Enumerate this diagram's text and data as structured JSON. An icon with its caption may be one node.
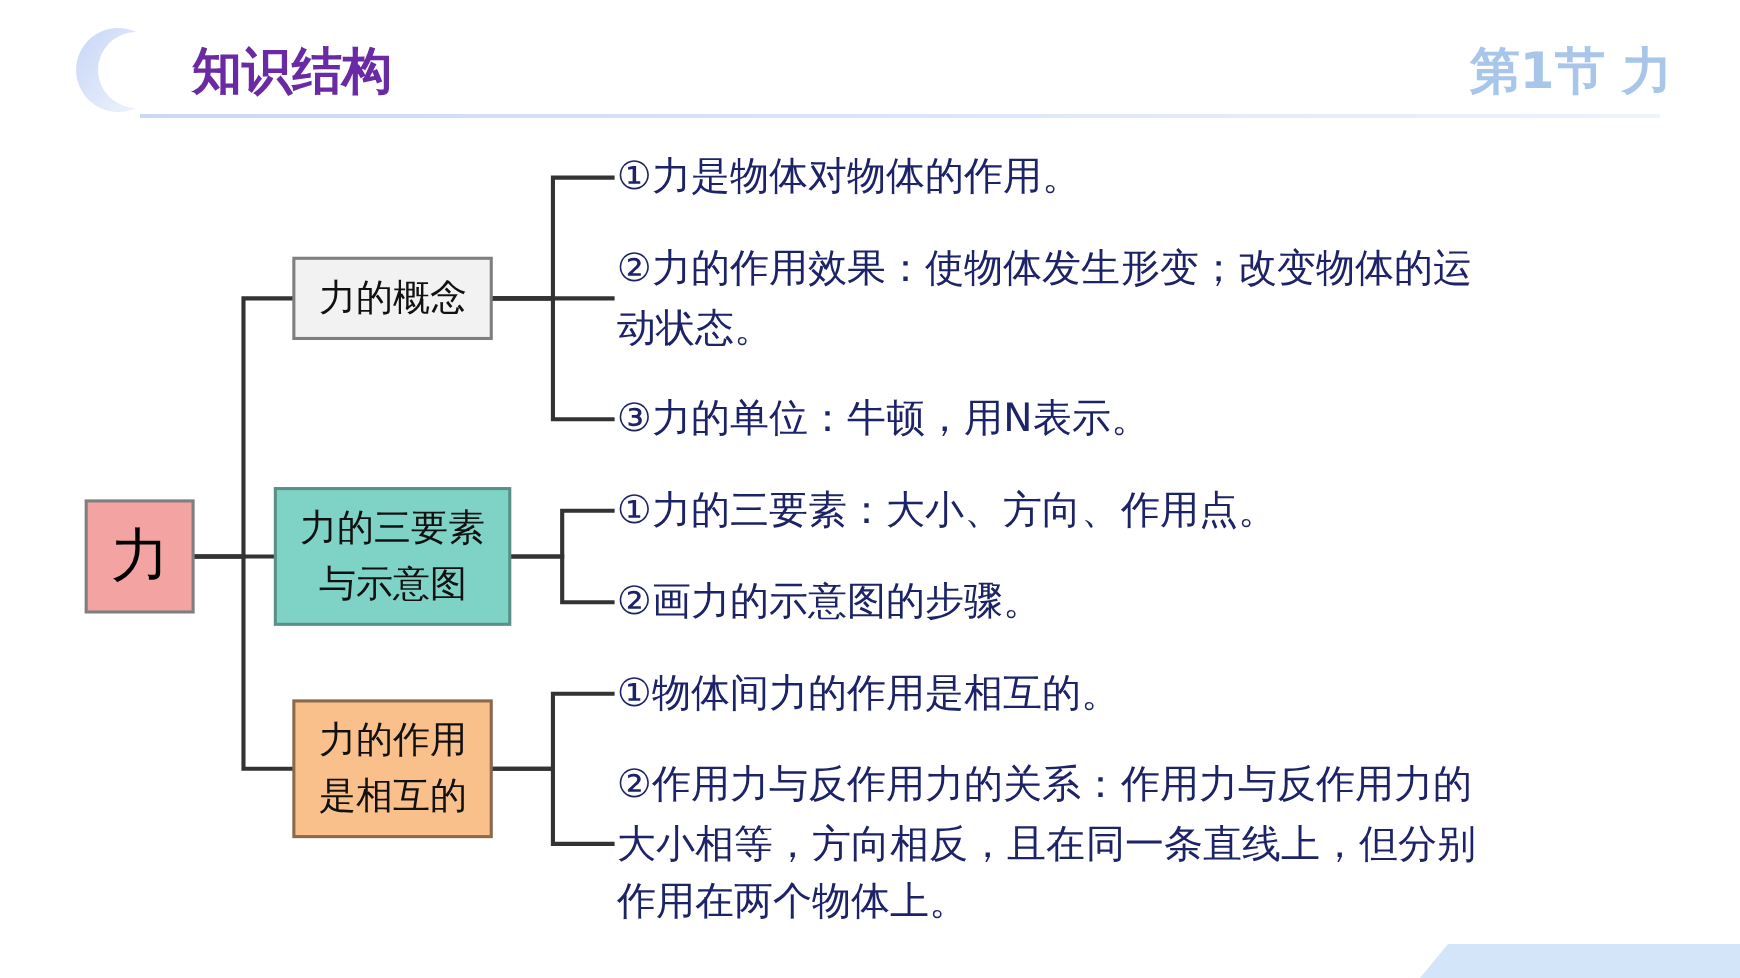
{
  "diagram": {
    "title": "知识结构",
    "nodes": [
      {
        "text": [
          "力"
        ]
      },
      {
        "text": [
          "力的概念"
        ]
      },
      {
        "text": [
          "①力是物体对物体的作用。"
        ]
      },
      {
        "text": [
          "②力的作用效果：使物体发生形变；改变物体的运动状态。"
        ]
      },
      {
        "text": [
          "③力的单位：牛顿，用N表示。"
        ]
      },
      {
        "text": [
          "力的三要素与示意图"
        ]
      },
      {
        "text": [
          "①力的三要素：大小、方向、作用点。"
        ]
      },
      {
        "text": [
          "②画力的示意图的步骤。"
        ]
      },
      {
        "text": [
          "力的作用是相互的"
        ]
      },
      {
        "text": [
          "①物体间力的作用是相互的。"
        ]
      },
      {
        "text": [
          "②作用力与反作用力的关系：作用力与反作用力的大小相等，方向相反，且在同一条直线上，但分别作用在两个物体上。"
        ]
      }
    ],
    "edges": [
      {
        "from": 0,
        "to": 1,
        "arrow": "none"
      },
      {
        "from": 1,
        "to": 2,
        "arrow": "none"
      },
      {
        "from": 1,
        "to": 3,
        "arrow": "none"
      },
      {
        "from": 1,
        "to": 4,
        "arrow": "none"
      },
      {
        "from": 0,
        "to": 5,
        "arrow": "none"
      },
      {
        "from": 5,
        "to": 6,
        "arrow": "none"
      },
      {
        "from": 5,
        "to": 7,
        "arrow": "none"
      },
      {
        "from": 0,
        "to": 8,
        "arrow": "none"
      },
      {
        "from": 8,
        "to": 9,
        "arrow": "none"
      },
      {
        "from": 8,
        "to": 10,
        "arrow": "none"
      }
    ],
    "labels": [
      "第1节 力"
    ]
  }
}
